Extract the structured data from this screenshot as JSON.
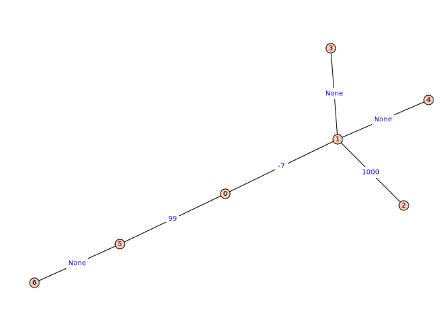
{
  "graph": {
    "node_color": "#fcc8b4",
    "edge_label_color": "#0000ff",
    "nodes": [
      {
        "id": "0"
      },
      {
        "id": "1"
      },
      {
        "id": "2"
      },
      {
        "id": "3"
      },
      {
        "id": "4"
      },
      {
        "id": "5"
      },
      {
        "id": "6"
      }
    ],
    "edges": [
      {
        "source": "0",
        "target": "1",
        "label": "-7"
      },
      {
        "source": "1",
        "target": "2",
        "label": "1000"
      },
      {
        "source": "1",
        "target": "3",
        "label": "None"
      },
      {
        "source": "1",
        "target": "4",
        "label": "None"
      },
      {
        "source": "0",
        "target": "5",
        "label": "99"
      },
      {
        "source": "5",
        "target": "6",
        "label": "None"
      }
    ]
  }
}
